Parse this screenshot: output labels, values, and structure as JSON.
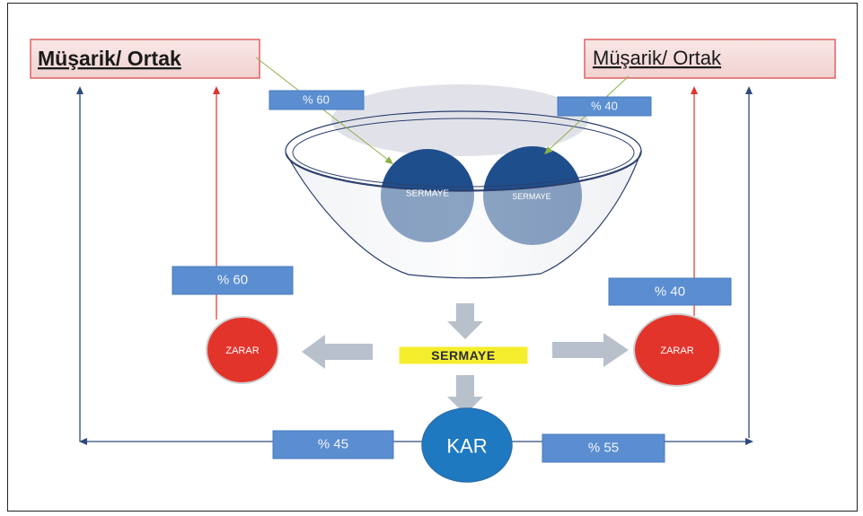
{
  "partners": [
    {
      "label": "Müşarik/ Ortak"
    },
    {
      "label": "Müşarik/ Ortak"
    }
  ],
  "capital_contribution": {
    "left": "% 60",
    "right": "% 40"
  },
  "pool": {
    "left_capital": "SERMAYE",
    "right_capital": "SERMAYE"
  },
  "loss_share": {
    "left": "% 60",
    "right": "% 40"
  },
  "loss": {
    "left": "ZARAR",
    "right": "ZARAR"
  },
  "capital": "SERMAYE",
  "profit": "KAR",
  "profit_share": {
    "left": "% 45",
    "right": "% 55"
  },
  "colors": {
    "partner_box_border": "#e06060",
    "share_label_fill": "#5b8ed1",
    "capital_circle": "#1f4e8c",
    "loss_circle": "#e3342b",
    "profit_circle": "#1e79c0",
    "capital_highlight": "#f4ee2c",
    "loss_arrow": "#e0332e",
    "profit_arrow": "#2e4a7d",
    "contribution_arrow": "#8db04a",
    "flow_arrow": "#b8c0cc"
  }
}
